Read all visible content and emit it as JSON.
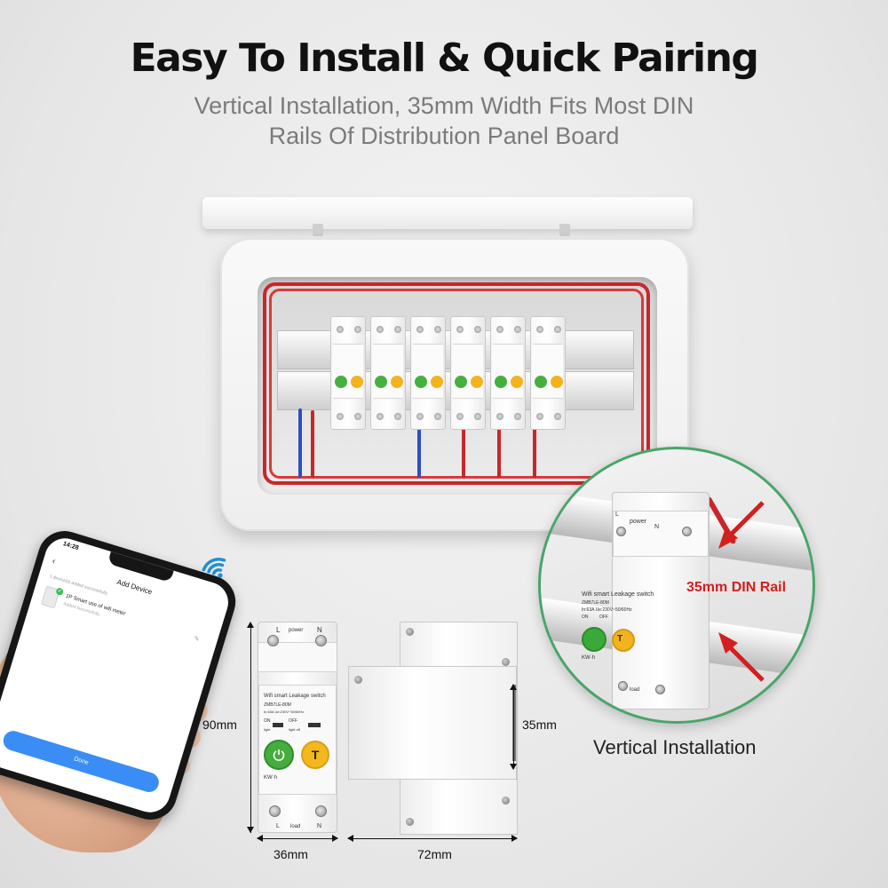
{
  "header": {
    "title": "Easy To Install & Quick Pairing",
    "subtitle_line1": "Vertical Installation, 35mm Width Fits Most DIN",
    "subtitle_line2": "Rails Of Distribution Panel Board"
  },
  "device": {
    "top_label_l": "L",
    "top_label_power": "power",
    "top_label_n": "N",
    "name": "Wifi smart Leakage switch",
    "model": "ZMB7LE-80M",
    "rating": "In:63A Ue:230V~50/60Hz",
    "on_label": "ON",
    "light_label": "light",
    "off_label": "OFF",
    "light_off_label": "light off",
    "power_button_icon": "power-icon",
    "test_button_label": "T",
    "kwh_label": "KW·h",
    "bottom_label_l": "L",
    "bottom_label_load": "load",
    "bottom_label_n": "N"
  },
  "dimensions": {
    "height": "90mm",
    "width": "36mm",
    "plate_width": "72mm",
    "rail_width": "35mm"
  },
  "zoom": {
    "rail_label": "35mm DIN Rail",
    "caption": "Vertical Installation"
  },
  "phone": {
    "time": "14:28",
    "screen_title": "Add Device",
    "note": "1 device(s) added successfully",
    "device_name": "1P Smart use of wifi meter",
    "device_status": "Added successfully",
    "done_label": "Done"
  },
  "colors": {
    "on_button": "#45ad3d",
    "test_button": "#f4b81f",
    "wire_red": "#c9262c",
    "wire_blue": "#2f4fbf",
    "rail_label": "#d21f1f",
    "zoom_border": "#4aa46a",
    "phone_done": "#3a8df5"
  }
}
